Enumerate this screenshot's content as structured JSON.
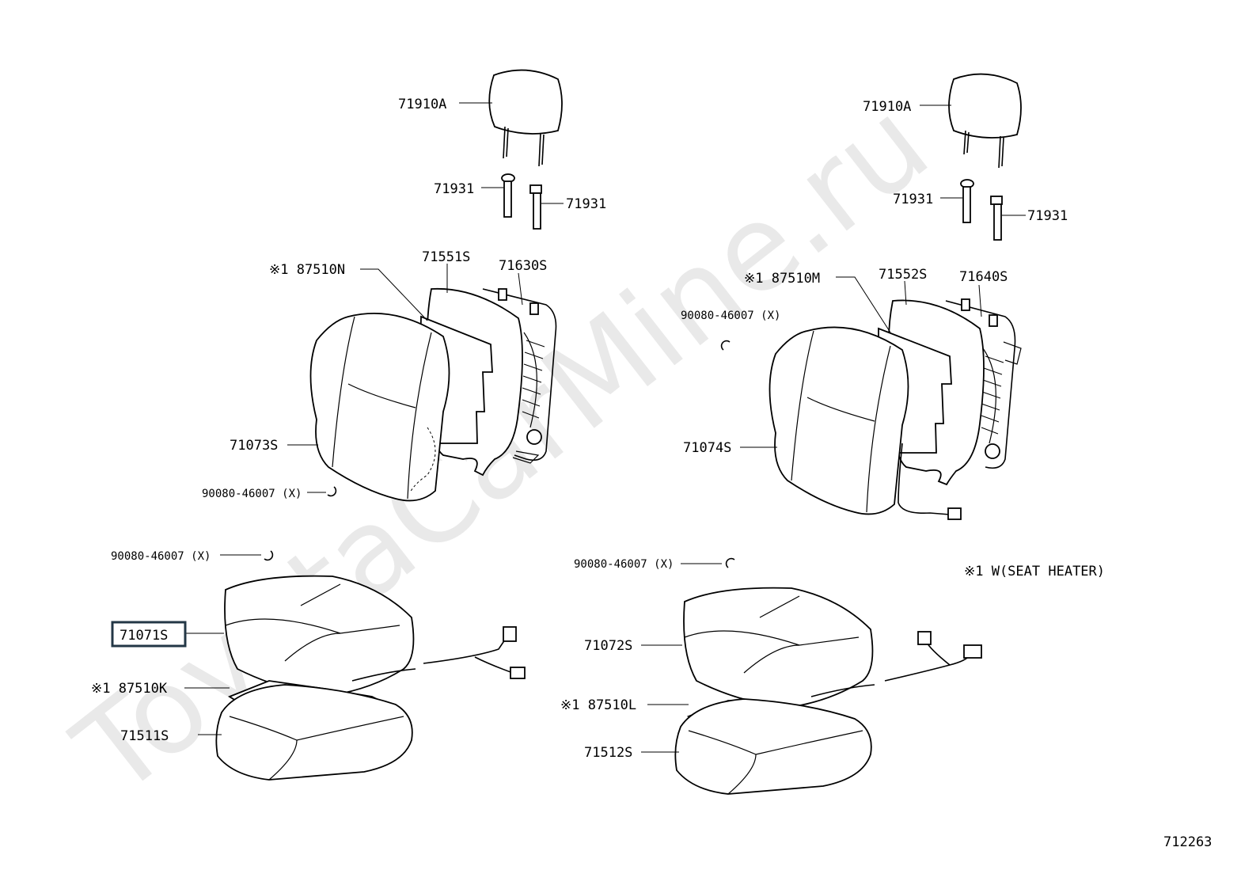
{
  "watermark": "ToyotaCarMine.ru",
  "diagram_code": "712263",
  "legend": "※1 W(SEAT HEATER)",
  "left": {
    "headrest": "71910A",
    "guide_a": "71931",
    "guide_b": "71931",
    "heater_back": "※1 87510N",
    "back_pad": "71551S",
    "back_frame": "71630S",
    "back_cover": "71073S",
    "hog_ring_back": "90080-46007 (X)",
    "hog_ring_cushion": "90080-46007 (X)",
    "cushion_cover": "71071S",
    "heater_cushion": "※1 87510K",
    "cushion_pad": "71511S"
  },
  "right": {
    "headrest": "71910A",
    "guide_a": "71931",
    "guide_b": "71931",
    "heater_back": "※1 87510M",
    "back_pad": "71552S",
    "back_frame": "71640S",
    "hog_ring_back": "90080-46007 (X)",
    "back_cover": "71074S",
    "hog_ring_cushion": "90080-46007 (X)",
    "cushion_cover": "71072S",
    "heater_cushion": "※1 87510L",
    "cushion_pad": "71512S"
  },
  "colors": {
    "highlight": "#233746",
    "watermark": "#e9e9e9"
  }
}
